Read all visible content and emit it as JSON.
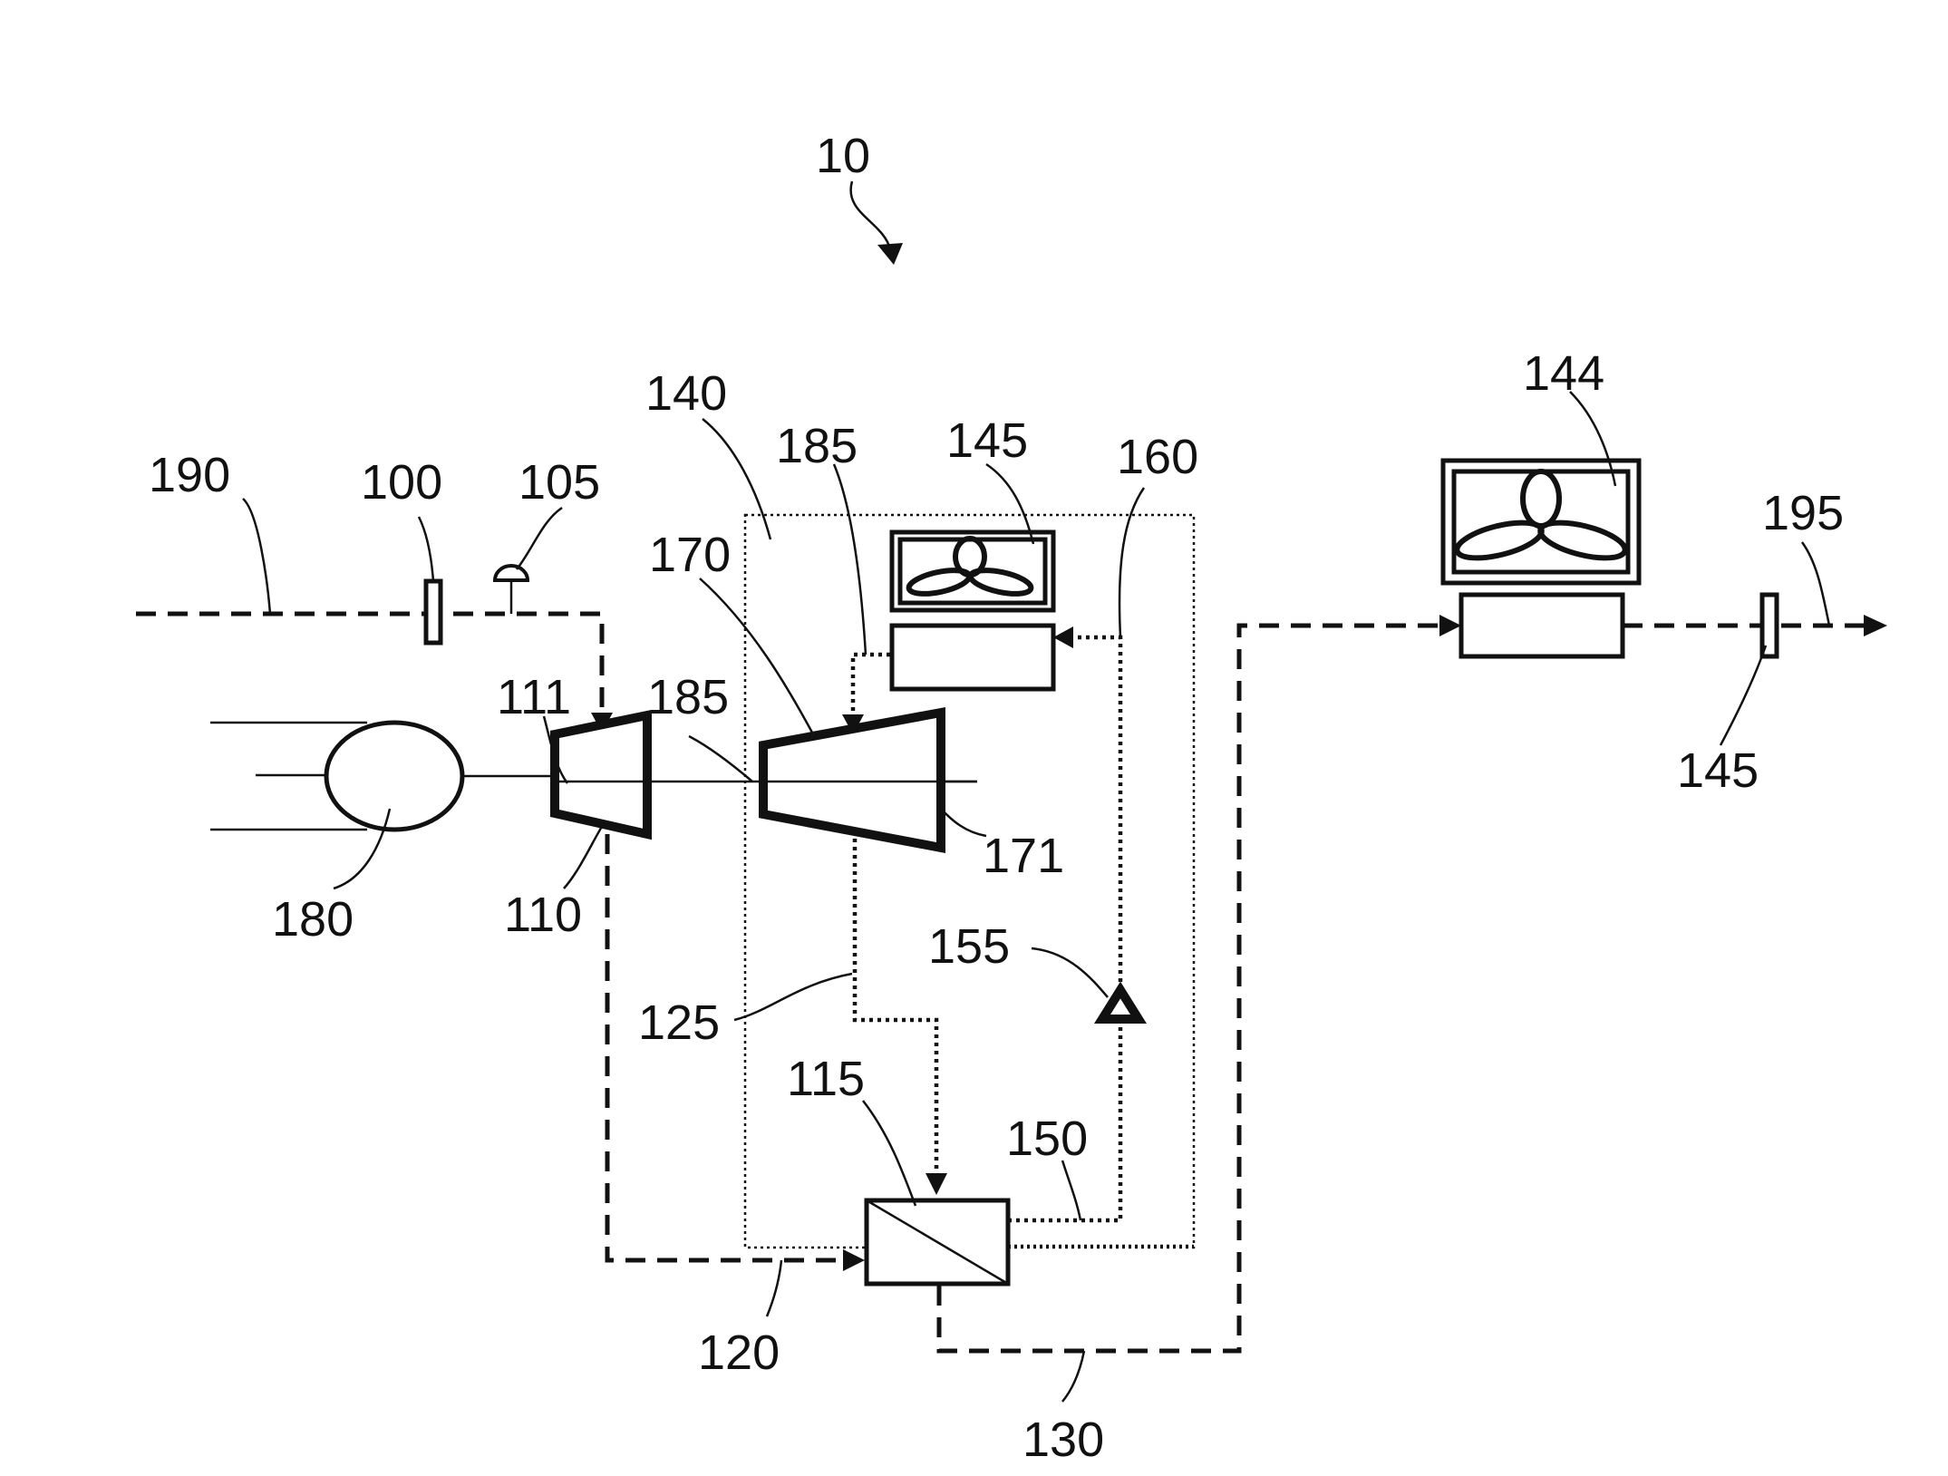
{
  "labels": {
    "system": "10",
    "feed_line": "190",
    "valve_inlet": "100",
    "sensor": "105",
    "compressor_inlet": "111",
    "compressor": "110",
    "motor": "180",
    "shaft_a": "185",
    "shaft_b": "185",
    "cold_box": "140",
    "expander": "170",
    "expander_outlet": "171",
    "cold_fan": "145",
    "return_line": "160",
    "pump": "155",
    "expander_exhaust": "125",
    "heat_exchanger": "115",
    "hx_outlet": "150",
    "cooled_feed": "120",
    "product_line": "130",
    "user_fan": "144",
    "outlet_line": "195",
    "valve_outlet": "145"
  }
}
